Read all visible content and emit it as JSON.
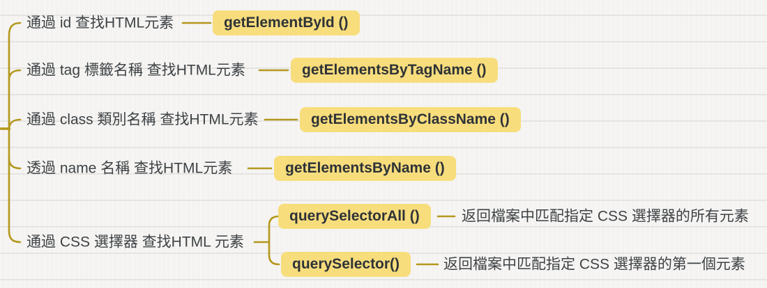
{
  "colors": {
    "background": "#f4f3f1",
    "connector_line": "#b4971d",
    "node_background": "#f8dd7d",
    "node_text": "#2e3337",
    "label_text": "#3e4245"
  },
  "mindmap": {
    "branches": [
      {
        "label": "通過 id 查找HTML元素",
        "method": "getElementById ()"
      },
      {
        "label": "通過 tag 標籤名稱 查找HTML元素",
        "method": "getElementsByTagName ()"
      },
      {
        "label": "通過 class 類別名稱 查找HTML元素",
        "method": "getElementsByClassName ()"
      },
      {
        "label": "透過 name 名稱 查找HTML元素",
        "method": "getElementsByName ()"
      },
      {
        "label": "通過 CSS 選擇器 查找HTML 元素",
        "children": [
          {
            "method": "querySelectorAll ()",
            "description": "返回檔案中匹配指定 CSS 選擇器的所有元素"
          },
          {
            "method": "querySelector()",
            "description": "返回檔案中匹配指定 CSS 選擇器的第一個元素"
          }
        ]
      }
    ]
  }
}
